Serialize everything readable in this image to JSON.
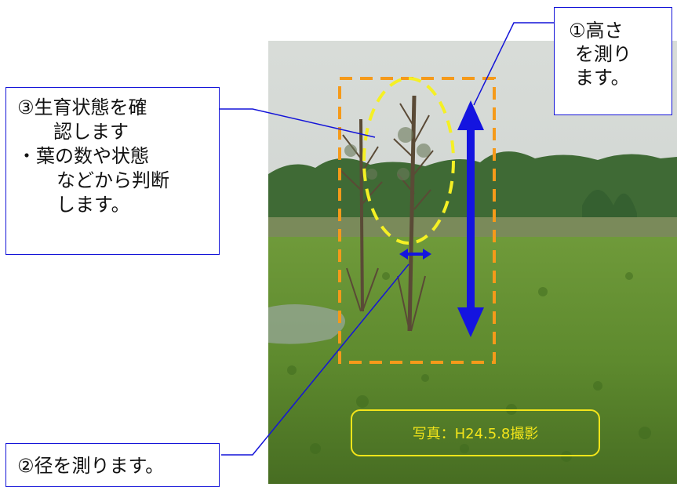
{
  "callouts": {
    "height": {
      "lines": [
        "①高さ",
        "を測り",
        "ます。"
      ]
    },
    "growth": {
      "lines": [
        "③生育状態を確",
        "認します",
        "・葉の数や状態",
        "などから判断",
        "します。"
      ]
    },
    "diameter": {
      "text": "②径を測ります。"
    }
  },
  "photo": {
    "caption": "写真：H24.5.8撮影"
  },
  "colors": {
    "callout_border": "#1414d8",
    "arrow": "#1414e0",
    "frame_dashed": "#f59a1a",
    "crown_dashed": "#f5f024",
    "caption": "#f3e51a"
  }
}
